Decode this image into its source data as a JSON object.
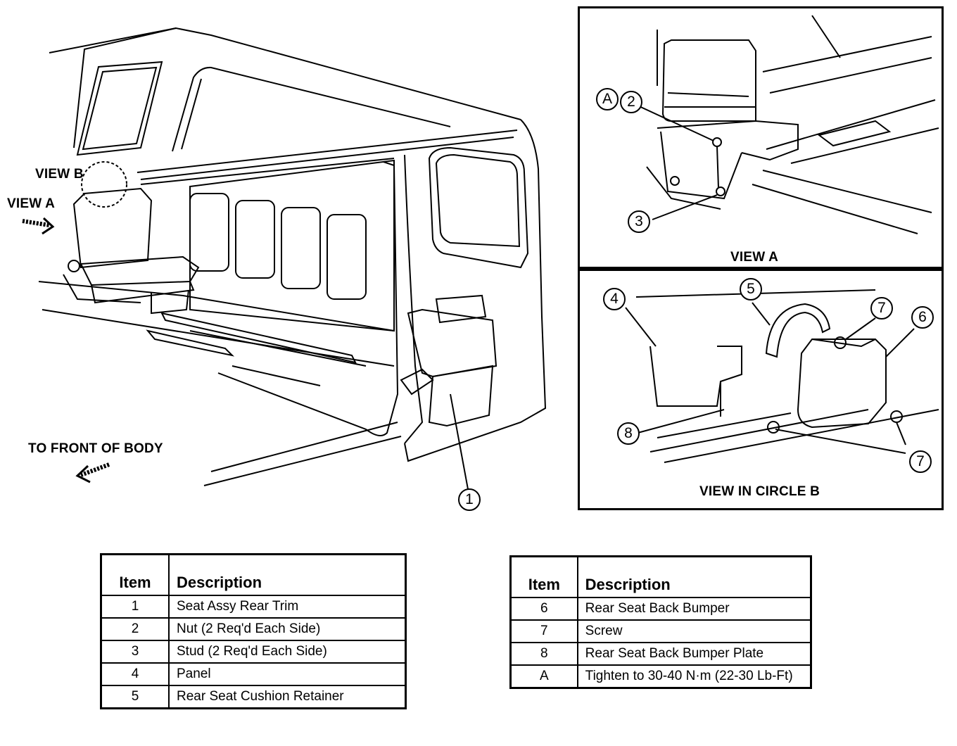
{
  "main_view": {
    "labels": {
      "view_b": "VIEW B",
      "view_a": "VIEW A",
      "front": "TO FRONT OF BODY"
    },
    "callouts": [
      "1"
    ]
  },
  "view_a_panel": {
    "caption": "VIEW A",
    "callouts": [
      "A",
      "2",
      "3"
    ]
  },
  "view_b_panel": {
    "caption": "VIEW IN CIRCLE B",
    "callouts": [
      "4",
      "5",
      "7",
      "6",
      "8",
      "7"
    ]
  },
  "legend_left": {
    "headers": [
      "Item",
      "Description"
    ],
    "rows": [
      {
        "item": "1",
        "desc": "Seat Assy Rear Trim"
      },
      {
        "item": "2",
        "desc": "Nut (2 Req'd Each Side)"
      },
      {
        "item": "3",
        "desc": "Stud (2 Req'd Each Side)"
      },
      {
        "item": "4",
        "desc": "Panel"
      },
      {
        "item": "5",
        "desc": "Rear Seat Cushion Retainer"
      }
    ]
  },
  "legend_right": {
    "headers": [
      "Item",
      "Description"
    ],
    "rows": [
      {
        "item": "6",
        "desc": "Rear Seat Back Bumper"
      },
      {
        "item": "7",
        "desc": "Screw"
      },
      {
        "item": "8",
        "desc": "Rear Seat Back Bumper Plate"
      },
      {
        "item": "A",
        "desc": "Tighten to 30-40 N·m (22-30 Lb-Ft)"
      }
    ]
  }
}
